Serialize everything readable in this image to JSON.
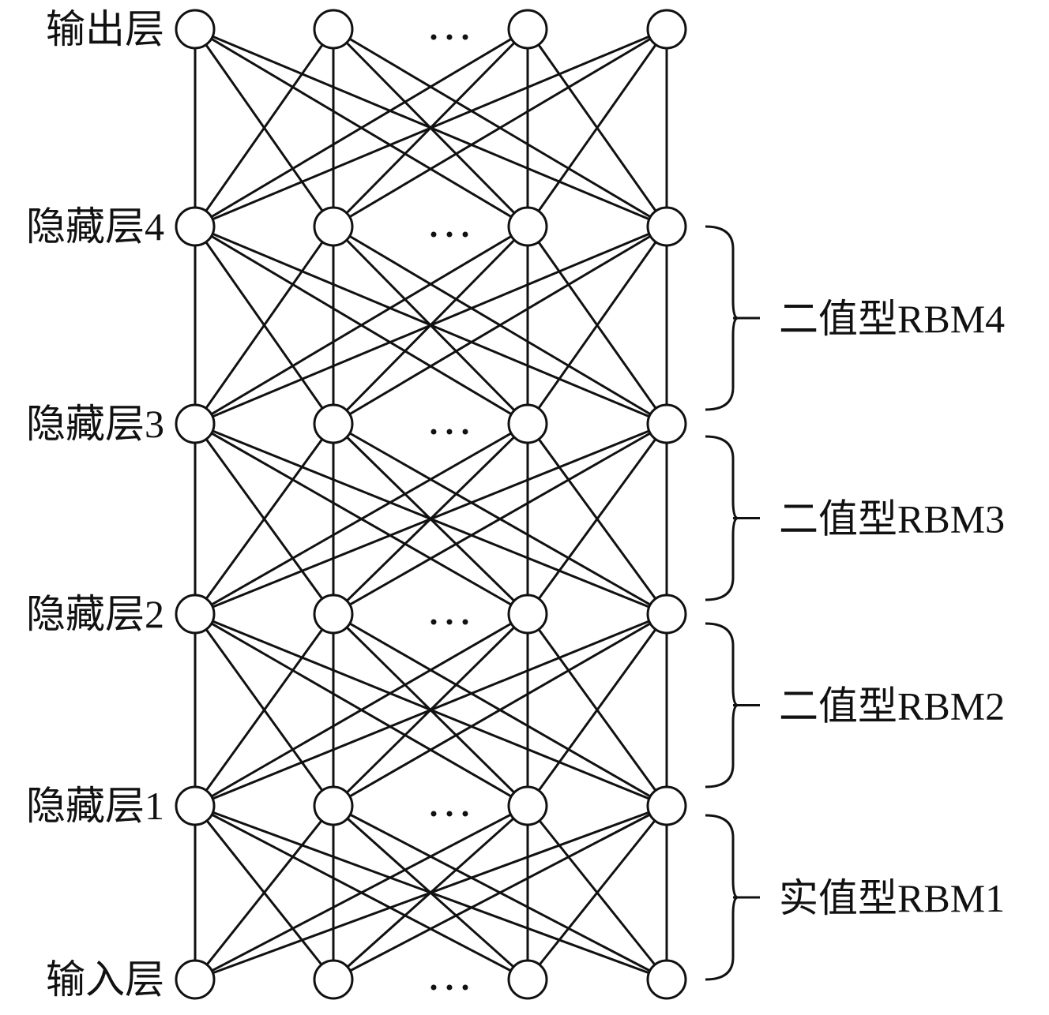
{
  "layers": [
    {
      "label": "输出层"
    },
    {
      "label": "隐藏层4"
    },
    {
      "label": "隐藏层3"
    },
    {
      "label": "隐藏层2"
    },
    {
      "label": "隐藏层1"
    },
    {
      "label": "输入层"
    }
  ],
  "rbms": [
    {
      "label": "二值型RBM4"
    },
    {
      "label": "二值型RBM3"
    },
    {
      "label": "二值型RBM2"
    },
    {
      "label": "实值型RBM1"
    }
  ],
  "ellipsis": "···",
  "colors": {
    "stroke": "#111111",
    "node_fill": "#ffffff"
  }
}
